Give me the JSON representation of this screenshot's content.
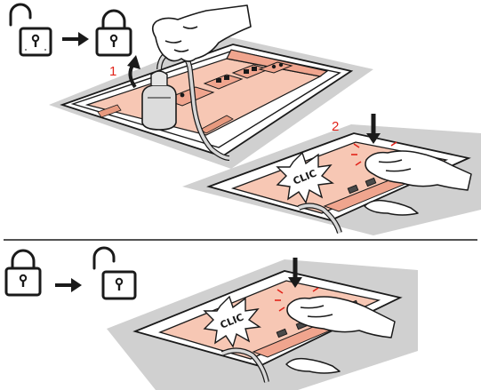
{
  "steps": {
    "step1": "1",
    "step2": "2"
  },
  "sound_effect": {
    "top": "CLIC",
    "bottom": "CLIC"
  },
  "colors": {
    "accent": "#e2231a",
    "lid_fill": "#f7c7b4",
    "lid_inner": "#f0a58e",
    "countertop": "#d0d0d0",
    "frame": "#ffffff",
    "line": "#1a1a1a"
  },
  "icons": {
    "top_row": [
      "padlock-open-icon",
      "arrow-right-icon",
      "padlock-closed-icon"
    ],
    "bottom_row": [
      "padlock-closed-icon",
      "arrow-right-icon",
      "padlock-open-icon"
    ]
  }
}
